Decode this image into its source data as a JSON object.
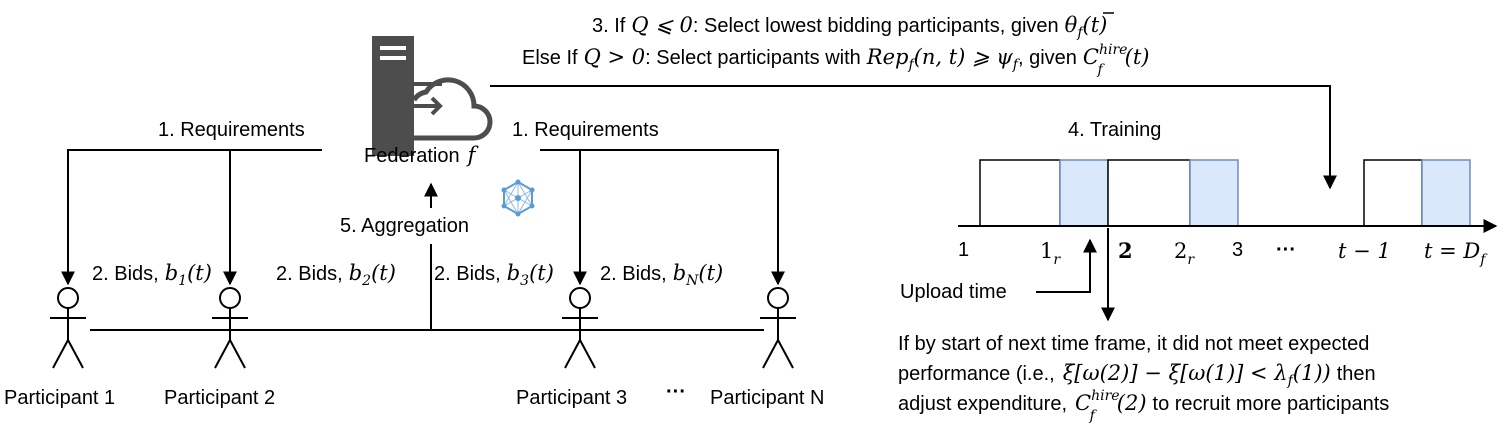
{
  "step3": {
    "line1_pre": "3. If",
    "line1_cond": "Q ⩽ 0",
    "line1_mid": ": Select lowest bidding participants, given",
    "line1_theta": "θ",
    "line1_theta_sub": "f",
    "line1_theta_arg": "(t)",
    "line2_pre": "Else If",
    "line2_cond": "Q > 0",
    "line2_mid": ": Select participants with",
    "line2_rep": "Rep",
    "line2_rep_sub": "f",
    "line2_rep_arg": "(n, t) ⩾ ψ",
    "line2_psi_sub": "f",
    "line2_given": ", given",
    "line2_c": "C",
    "line2_c_sup": "hire",
    "line2_c_sub": "f",
    "line2_c_arg": "(t)"
  },
  "federation": {
    "label": "Federation",
    "symbol": "f"
  },
  "requirements_left": "1. Requirements",
  "requirements_right": "1. Requirements",
  "aggregation": "5. Aggregation",
  "bids": [
    {
      "text": "2. Bids,",
      "var": "b",
      "sub": "1",
      "arg": "(t)"
    },
    {
      "text": "2. Bids,",
      "var": "b",
      "sub": "2",
      "arg": "(t)"
    },
    {
      "text": "2. Bids,",
      "var": "b",
      "sub": "3",
      "arg": "(t)"
    },
    {
      "text": "2. Bids,",
      "var": "b",
      "sub": "N",
      "arg": "(t)"
    }
  ],
  "participants": [
    "Participant 1",
    "Participant 2",
    "Participant 3",
    "Participant N"
  ],
  "ellipsis": "···",
  "training": {
    "title": "4. Training",
    "ticks": {
      "t1": "1",
      "t1r": "1",
      "t1r_sub": "r",
      "t2": "2",
      "t2r": "2",
      "t2r_sub": "r",
      "t3": "3",
      "dots": "···",
      "tm1": "t − 1",
      "tD": "t = D",
      "tD_sub": "f"
    },
    "upload_time": "Upload time",
    "highlight_color": "#dae8fc",
    "highlight_stroke": "#6c8ebf"
  },
  "note": {
    "line1": "If by start of next time frame, it did not meet expected",
    "line2_pre": "performance (i.e.,",
    "line2_math": "ξ[ω(2)] − ξ[ω(1)] < λ",
    "line2_sub": "f",
    "line2_arg": "(1))",
    "line2_post": "then",
    "line3_pre": "adjust expenditure,",
    "line3_c": "C",
    "line3_sup": "hire",
    "line3_sub": "f",
    "line3_arg": "(2)",
    "line3_post": "to recruit more participants"
  },
  "colors": {
    "server": "#4d4d4d",
    "federated_icon": "#5b9bd5"
  }
}
